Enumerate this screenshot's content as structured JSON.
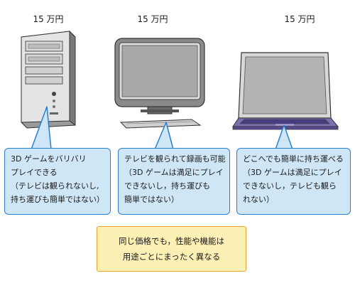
{
  "devices": [
    {
      "name": "desktop",
      "price": "15 万円",
      "desc": [
        "3D ゲームをバリバリ",
        "プレイできる",
        "（テレビは観られないし,",
        "持ち運びも簡単ではない）"
      ]
    },
    {
      "name": "tv-monitor",
      "price": "15 万円",
      "desc": [
        "テレビを観られて録画も可能",
        "（3D ゲームは満足にプレイ",
        "できないし，持ち運びも",
        "簡単ではない）"
      ]
    },
    {
      "name": "laptop",
      "price": "15 万円",
      "desc": [
        "どこへでも簡単に持ち運べる",
        "（3D ゲームは満足にプレイ",
        "できないし，テレビも観ら",
        "れない）"
      ]
    }
  ],
  "summary": [
    "同じ価格でも，性能や機能は",
    "用途ごとにまったく異なる"
  ],
  "colors": {
    "bubble_fill": "#cfe6f6",
    "bubble_border": "#2a7fcf",
    "summary_fill": "#fdf0b4",
    "summary_border": "#e8a232",
    "laptop_accent": "#6a4fa8"
  }
}
